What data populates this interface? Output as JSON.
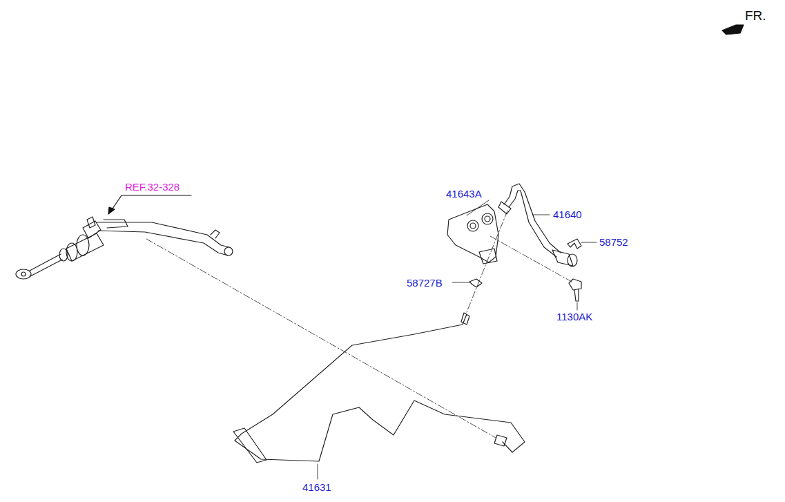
{
  "diagram": {
    "labels": [
      "FR.",
      "REF.32-328",
      "41643A",
      "41640",
      "58752",
      "58727B",
      "1130AK",
      "41631"
    ]
  }
}
